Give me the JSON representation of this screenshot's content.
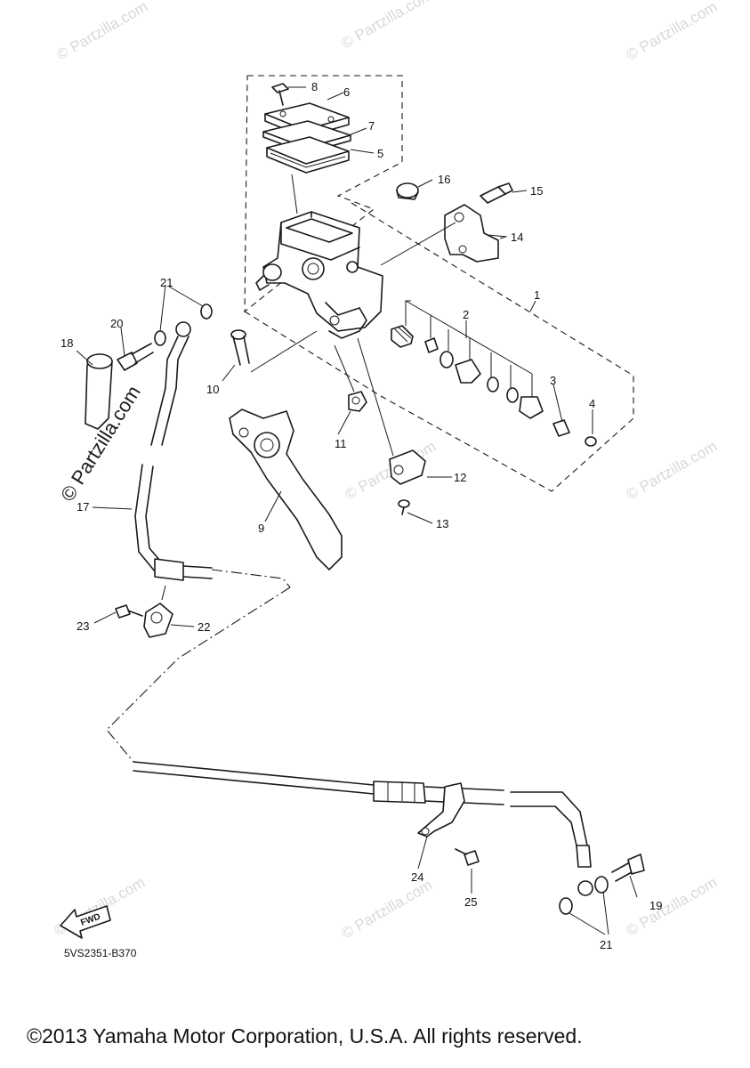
{
  "watermark": {
    "text": "© Partzilla.com"
  },
  "diagram_code": "5VS2351-B370",
  "fwd_label": "FWD",
  "copyright": "©2013 Yamaha Motor Corporation, U.S.A. All rights reserved.",
  "callouts": {
    "c1": "1",
    "c2": "2",
    "c3": "3",
    "c4": "4",
    "c5": "5",
    "c6": "6",
    "c7": "7",
    "c8": "8",
    "c9": "9",
    "c10": "10",
    "c11": "11",
    "c12": "12",
    "c13": "13",
    "c14": "14",
    "c15": "15",
    "c16": "16",
    "c17": "17",
    "c18": "18",
    "c19": "19",
    "c20": "20",
    "c21a": "21",
    "c21b": "21",
    "c22": "22",
    "c23": "23",
    "c24": "24",
    "c25": "25"
  }
}
